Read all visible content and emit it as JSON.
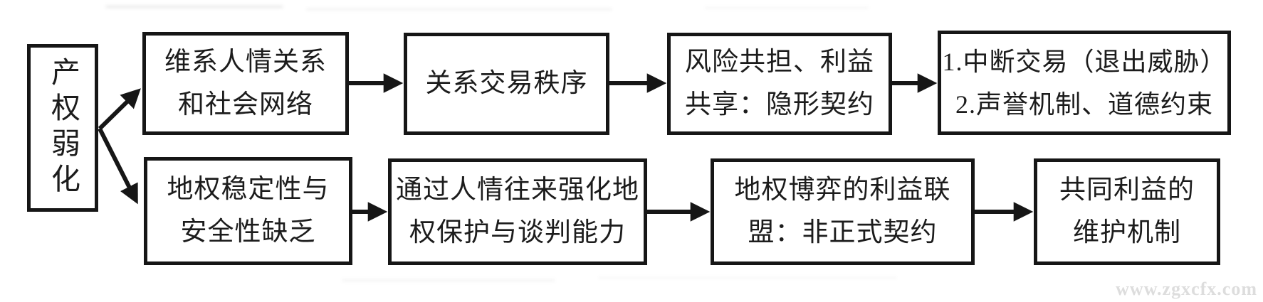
{
  "diagram": {
    "source": {
      "label": "产权弱化"
    },
    "top_row": [
      {
        "lines": [
          "维系人情关系",
          "和社会网络"
        ]
      },
      {
        "lines": [
          "关系交易秩序"
        ]
      },
      {
        "lines": [
          "风险共担、利益",
          "共享：隐形契约"
        ]
      },
      {
        "lines": [
          "1.中断交易（退出威胁）",
          "2.声誉机制、道德约束"
        ]
      }
    ],
    "bottom_row": [
      {
        "lines": [
          "地权稳定性与",
          "安全性缺乏"
        ]
      },
      {
        "lines": [
          "通过人情往来强化地",
          "权保护与谈判能力"
        ]
      },
      {
        "lines": [
          "地权博弈的利益联",
          "盟：非正式契约"
        ]
      },
      {
        "lines": [
          "共同利益的",
          "维护机制"
        ]
      }
    ],
    "watermark": "www.zgxcfx.com",
    "colors": {
      "line": "#161616",
      "text": "#1c1c1c",
      "watermark": "#dddddd",
      "background": "#ffffff"
    }
  }
}
